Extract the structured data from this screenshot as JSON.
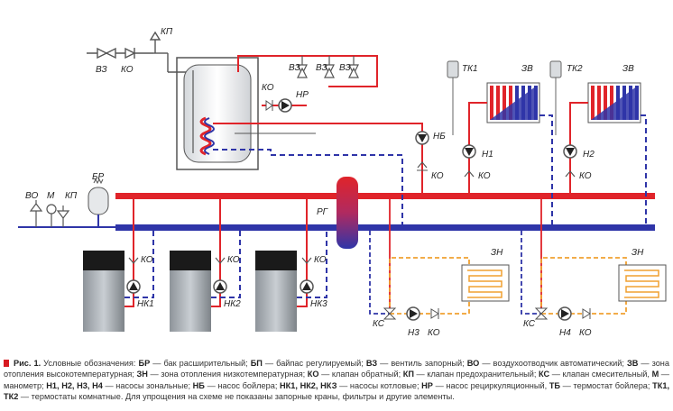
{
  "colors": {
    "hot": "#e0242a",
    "cold": "#2f35a8",
    "floor": "#f0a030",
    "grey": "#666666"
  },
  "labels": {
    "vz_top": "ВЗ",
    "ko_top": "КО",
    "kp_top": "КП",
    "vz1": "ВЗ",
    "vz2": "ВЗ",
    "vz3": "ВЗ",
    "ko_nr": "КО",
    "nr": "НР",
    "nb": "НБ",
    "ko_nb": "КО",
    "tk1": "ТК1",
    "zv1": "ЗВ",
    "n1": "Н1",
    "ko_n1": "КО",
    "tk2": "ТК2",
    "zv2": "ЗВ",
    "n2": "Н2",
    "ko_n2": "КО",
    "br": "БР",
    "vo": "ВО",
    "m": "М",
    "kp_left": "КП",
    "rg": "РГ",
    "ko_b1": "КО",
    "nk1": "НК1",
    "ko_b2": "КО",
    "nk2": "НК2",
    "ko_b3": "КО",
    "nk3": "НК3",
    "zn1": "ЗН",
    "ks1": "КС",
    "n3": "Н3",
    "ko_n3": "КО",
    "zn2": "ЗН",
    "ks2": "КС",
    "n4": "Н4",
    "ko_n4": "КО"
  },
  "caption": {
    "fig": "Рис. 1.",
    "intro": "Условные обозначения:",
    "items": [
      {
        "abbr": "БР",
        "text": "бак расширительный;"
      },
      {
        "abbr": "БП",
        "text": "байпас регулируемый;"
      },
      {
        "abbr": "ВЗ",
        "text": "вентиль запорный;"
      },
      {
        "abbr": "ВО",
        "text": "воздухоотводчик автоматический;"
      },
      {
        "abbr": "ЗВ",
        "text": "зона отопления высокотемпературная;"
      },
      {
        "abbr": "ЗН",
        "text": "зона отопления низкотемпературная;"
      },
      {
        "abbr": "КО",
        "text": "клапан обратный;"
      },
      {
        "abbr": "КП",
        "text": "клапан предохранительный;"
      },
      {
        "abbr": "КС",
        "text": "клапан смесительный,"
      },
      {
        "abbr": "М",
        "text": "манометр;"
      },
      {
        "abbr": "Н1, Н2, Н3, Н4",
        "text": "насосы зональные;"
      },
      {
        "abbr": "НБ",
        "text": "насос бойлера;"
      },
      {
        "abbr": "НК1, НК2, НКЗ",
        "text": "насосы котловые;"
      },
      {
        "abbr": "НР",
        "text": "насос рециркуляционный,"
      },
      {
        "abbr": "ТБ",
        "text": "термостат бойлера;"
      },
      {
        "abbr": "ТК1, ТК2",
        "text": "термостаты комнатные."
      }
    ],
    "note": "Для упрощения на схеме не показаны запорные краны, фильтры и другие элементы."
  }
}
